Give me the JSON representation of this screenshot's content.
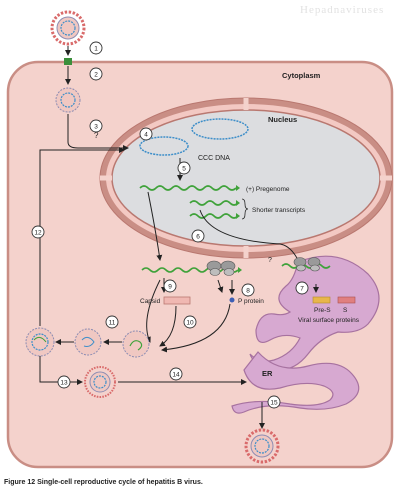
{
  "page": {
    "ghost_heading": "Hepadnaviruses"
  },
  "labels": {
    "cytoplasm": "Cytoplasm",
    "nucleus": "Nucleus",
    "ccc_dna": "CCC DNA",
    "pregenome": "(+) Pregenome",
    "shorter_transcripts": "Shorter transcripts",
    "capsid": "Capsid",
    "p_protein": "P protein",
    "pre_s": "Pre-S",
    "s": "S",
    "viral_surface_proteins": "Viral surface proteins",
    "er": "ER",
    "question_left": "?",
    "question_right": "?"
  },
  "steps": [
    "1",
    "2",
    "3",
    "4",
    "5",
    "6",
    "7",
    "8",
    "9",
    "10",
    "11",
    "12",
    "13",
    "14",
    "15"
  ],
  "caption": {
    "label": "Figure 12",
    "text": "Single-cell reproductive cycle of hepatitis B virus."
  },
  "colors": {
    "cell_fill": "#f4d2cc",
    "cell_border": "#c98e85",
    "nucleus_fill": "#dcdde0",
    "nuclear_membrane": "#b97870",
    "er_fill": "#d7a9d1",
    "er_border": "#a772a0",
    "rna": "#3fa23a",
    "dna": "#3d8ec9",
    "pre_s": "#e8b64b",
    "s": "#e07f7f"
  }
}
